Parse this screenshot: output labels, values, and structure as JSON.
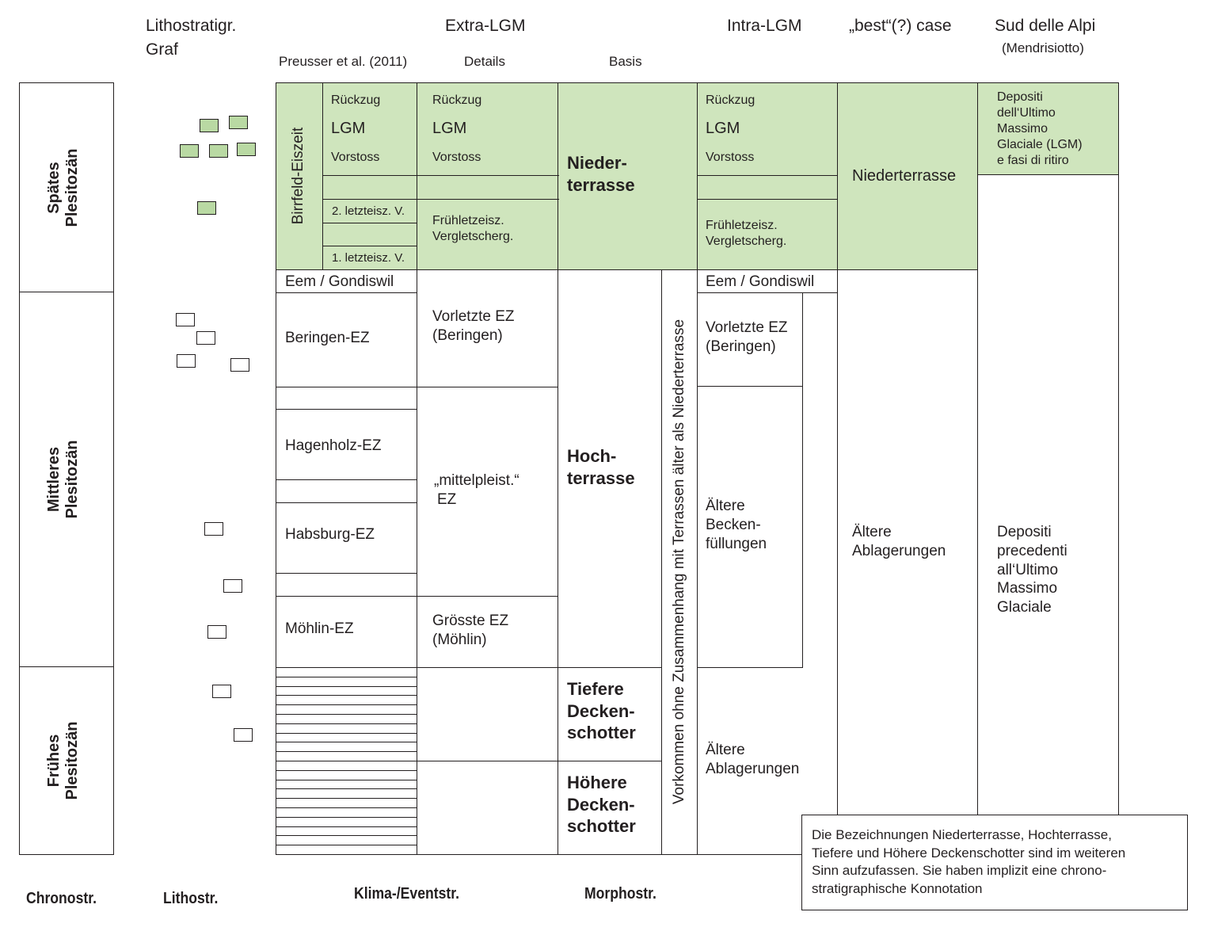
{
  "headers": {
    "lithostratigr": "Lithostratigr.",
    "graf": "Graf",
    "extra_lgm": "Extra-LGM",
    "preusser": "Preusser et al. (2011)",
    "details": "Details",
    "basis": "Basis",
    "intra_lgm": "Intra-LGM",
    "best_case": "„best“(?) case",
    "sud_alpi": "Sud delle Alpi",
    "mendrisiotto": "(Mendrisiotto)"
  },
  "chrono": {
    "spaetes": [
      "Spätes",
      "Plesitozän"
    ],
    "mittleres": [
      "Mittleres",
      "Plesitozän"
    ],
    "fruehes": [
      "Frühes",
      "Plesitozän"
    ]
  },
  "preusser": {
    "birrfeld": "Birrfeld-Eiszeit",
    "rueckzug": "Rückzug",
    "lgm": "LGM",
    "vorstoss": "Vorstoss",
    "letzteisz2": "2. letzteisz. V.",
    "letzteisz1": "1. letzteisz. V.",
    "eem": "Eem / Gondiswil",
    "beringen": "Beringen-EZ",
    "hagenholz": "Hagenholz-EZ",
    "habsburg": "Habsburg-EZ",
    "moehlin": "Möhlin-EZ"
  },
  "details": {
    "rueckzug": "Rückzug",
    "lgm": "LGM",
    "vorstoss": "Vorstoss",
    "fruehletzteisz": [
      "Frühletzeisz.",
      "Vergletscherg."
    ],
    "vorletzte": [
      "Vorletzte EZ",
      "(Beringen)"
    ],
    "mittelpleist": [
      "„mittelpleist.“",
      "EZ"
    ],
    "groesste": [
      "Grösste EZ",
      "(Möhlin)"
    ]
  },
  "basis": {
    "nieder": [
      "Nieder-",
      "terrasse"
    ],
    "hoch": [
      "Hoch-",
      "terrasse"
    ],
    "tiefere": [
      "Tiefere",
      "Decken-",
      "schotter"
    ],
    "hoehere": [
      "Höhere",
      "Decken-",
      "schotter"
    ],
    "vorkommen": "Vorkommen ohne Zusammenhang mit Terrassen älter als Niederterrasse"
  },
  "intra": {
    "rueckzug": "Rückzug",
    "lgm": "LGM",
    "vorstoss": "Vorstoss",
    "fruehletzteisz": [
      "Frühletzeisz.",
      "Vergletscherg."
    ],
    "eem": "Eem / Gondiswil",
    "vorletzte": [
      "Vorletzte EZ",
      "(Beringen)"
    ],
    "aeltere_becken": [
      "Ältere",
      "Becken-",
      "füllungen"
    ],
    "aeltere_ablag": [
      "Ältere",
      "Ablagerungen"
    ]
  },
  "best": {
    "niederterrasse": "Niederterrasse",
    "aeltere": [
      "Ältere",
      "Ablagerungen"
    ]
  },
  "sud": {
    "depositi_lgm": [
      "Depositi",
      "dell‘Ultimo",
      "Massimo",
      "Glaciale (LGM)",
      "e fasi di ritiro"
    ],
    "depositi_prec": [
      "Depositi",
      "precedenti",
      "all‘Ultimo",
      "Massimo",
      "Glaciale"
    ]
  },
  "note": [
    "Die Bezeichnungen Niederterrasse, Hochterrasse,",
    "Tiefere und Höhere Deckenschotter sind im weiteren",
    "Sinn aufzufassen. Sie haben implizit eine chrono-",
    "stratigraphische Konnotation"
  ],
  "footer": {
    "chronostr": "Chronostr.",
    "lithostr": "Lithostr.",
    "klima": "Klima-/Eventstr.",
    "morphostr": "Morphostr."
  },
  "colors": {
    "green_fill": "#cfe5bd",
    "square_fill": "#b9d9a3",
    "line": "#231f20"
  }
}
